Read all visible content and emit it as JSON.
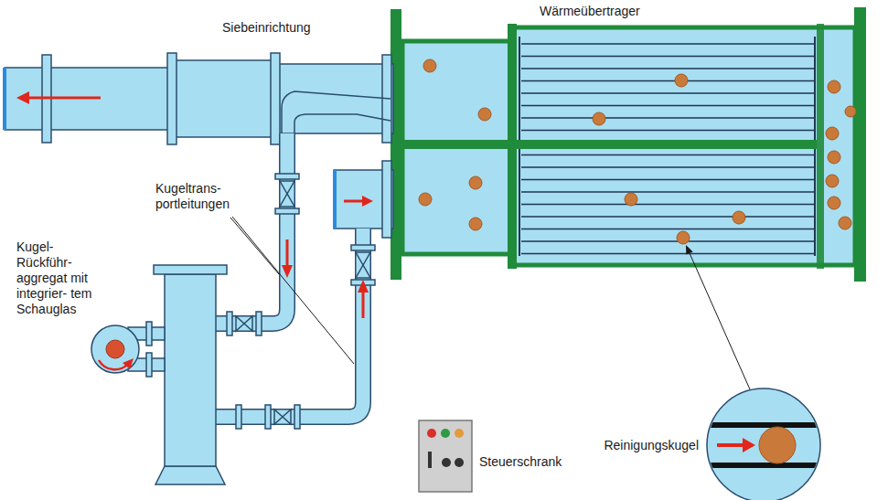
{
  "diagram": {
    "labels": [
      "Siebeinrichtung",
      "Wärmeübertrager",
      "Kugeltrans- portleitungen",
      "Kugel- Rückführ- aggregat mit integrier- tem Schauglas",
      "Reinigungskugel",
      "Steuerschrank"
    ]
  }
}
